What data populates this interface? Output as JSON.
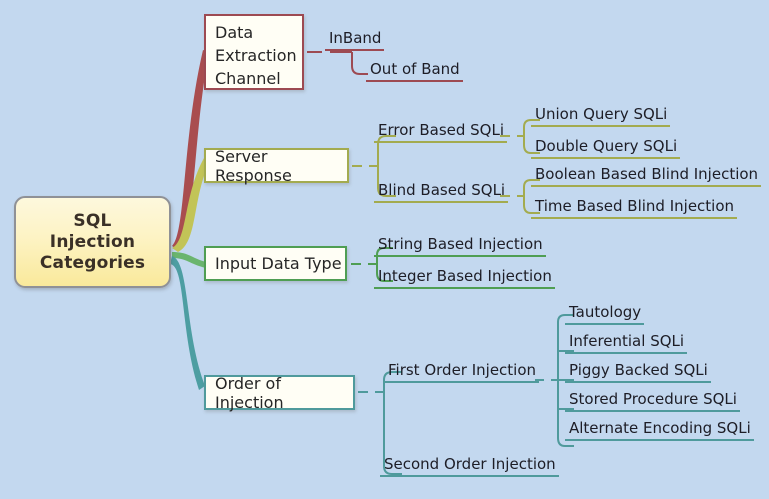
{
  "diagram": {
    "type": "mind-map",
    "title": "SQL Injection Categories",
    "background_color": "#c3d8ef",
    "root": {
      "label": "SQL\nInjection\nCategories",
      "line1": "SQL",
      "line2": "Injection",
      "line3": "Categories"
    },
    "branches": [
      {
        "id": "data-extraction-channel",
        "label": "Data Extraction Channel",
        "label_lines": [
          "Data",
          "Extraction",
          "Channel"
        ],
        "color": "#9d4a52",
        "color_name": "maroon",
        "children": [
          {
            "label": "InBand",
            "children": []
          },
          {
            "label": "Out of Band",
            "children": []
          }
        ]
      },
      {
        "id": "server-response",
        "label": "Server Response",
        "label_lines": [
          "Server Response"
        ],
        "color": "#a3ab4f",
        "color_name": "olive",
        "children": [
          {
            "label": "Error Based SQLi",
            "children": [
              {
                "label": "Union Query SQLi"
              },
              {
                "label": "Double Query SQLi"
              }
            ]
          },
          {
            "label": "Blind Based SQLi",
            "children": [
              {
                "label": "Boolean Based Blind Injection"
              },
              {
                "label": "Time Based Blind Injection"
              }
            ]
          }
        ]
      },
      {
        "id": "input-data-type",
        "label": "Input Data Type",
        "label_lines": [
          "Input Data Type"
        ],
        "color": "#4f9e53",
        "color_name": "green",
        "children": [
          {
            "label": "String Based Injection",
            "children": []
          },
          {
            "label": "Integer Based Injection",
            "children": []
          }
        ]
      },
      {
        "id": "order-of-injection",
        "label": "Order of Injection",
        "label_lines": [
          "Order of Injection"
        ],
        "color": "#4f9a9c",
        "color_name": "teal",
        "children": [
          {
            "label": "First Order Injection",
            "children": [
              {
                "label": "Tautology"
              },
              {
                "label": "Inferential SQLi"
              },
              {
                "label": "Piggy Backed SQLi"
              },
              {
                "label": "Stored Procedure SQLi"
              },
              {
                "label": "Alternate Encoding SQLi"
              }
            ]
          },
          {
            "label": "Second Order Injection",
            "children": []
          }
        ]
      }
    ]
  }
}
